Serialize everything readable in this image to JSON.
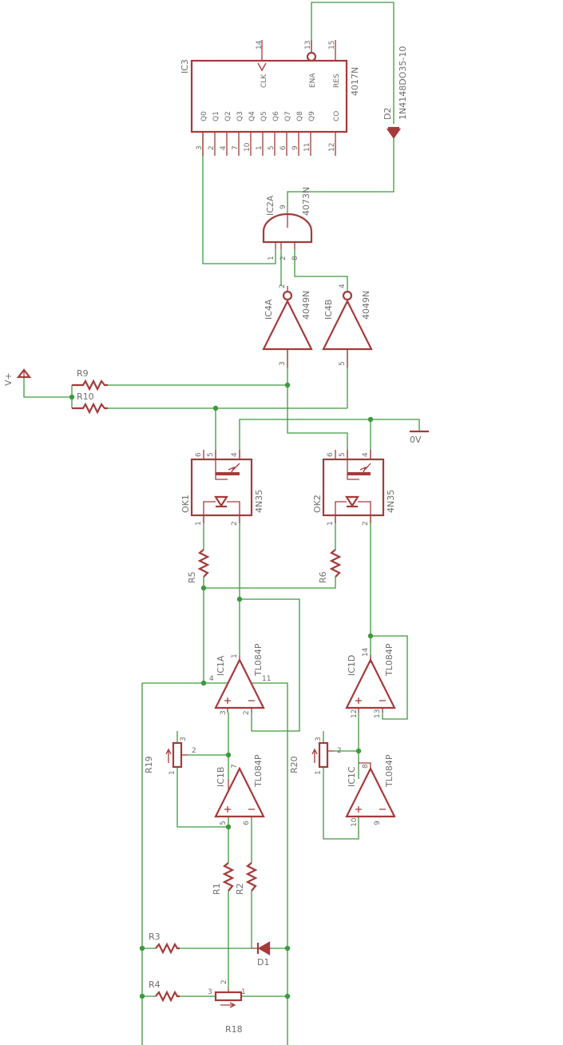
{
  "ic3": {
    "ref": "IC3",
    "part": "4017N",
    "clk": "CLK",
    "ena": "ENA",
    "res": "RES",
    "co": "CO",
    "q": [
      "Q0",
      "Q1",
      "Q2",
      "Q3",
      "Q4",
      "Q5",
      "Q6",
      "Q7",
      "Q8",
      "Q9"
    ],
    "bottom_pins": [
      "3",
      "2",
      "4",
      "7",
      "10",
      "1",
      "5",
      "6",
      "9",
      "11",
      "12"
    ],
    "pin14": "14",
    "pin13": "13",
    "pin15": "15"
  },
  "d2": {
    "ref": "D2",
    "part": "1N4148DO35-10"
  },
  "ic2a": {
    "ref": "IC2A",
    "part": "4073N",
    "pin9": "9",
    "pin1": "1",
    "pin2": "2",
    "pin8": "8"
  },
  "ic4a": {
    "ref": "IC4A",
    "part": "4049N",
    "pin_out": "2",
    "pin_in": "3"
  },
  "ic4b": {
    "ref": "IC4B",
    "part": "4049N",
    "pin_out": "4",
    "pin_in": "5"
  },
  "supply": {
    "vplus": "V+",
    "zero": "0V"
  },
  "r9": "R9",
  "r10": "R10",
  "ok1": {
    "ref": "OK1",
    "part": "4N35",
    "p6": "6",
    "p5": "5",
    "p4": "4",
    "p1": "1",
    "p2": "2"
  },
  "ok2": {
    "ref": "OK2",
    "part": "4N35",
    "p6": "6",
    "p5": "5",
    "p4": "4",
    "p1": "1",
    "p2": "2"
  },
  "r5": "R5",
  "r6": "R6",
  "ic1a": {
    "ref": "IC1A",
    "part": "TL084P",
    "p1": "1",
    "p4": "4",
    "p11": "11",
    "p3": "3",
    "p2": "2"
  },
  "ic1d": {
    "ref": "IC1D",
    "part": "TL084P",
    "p14": "14",
    "p12": "12",
    "p13": "13"
  },
  "ic1b": {
    "ref": "IC1B",
    "part": "TL084P",
    "p7": "7",
    "p5": "5",
    "p6": "6"
  },
  "ic1c": {
    "ref": "IC1C",
    "part": "TL084P",
    "p8": "8",
    "p10": "10",
    "p9": "9"
  },
  "pot_left": {
    "p3": "3",
    "p2": "2",
    "p1": "1"
  },
  "pot_right": {
    "p3": "3",
    "p2": "2",
    "p1": "1"
  },
  "r19": "R19",
  "r20": "R20",
  "r1": "R1",
  "r2": "R2",
  "r3": "R3",
  "r4": "R4",
  "d1": "D1",
  "r18": {
    "ref": "R18",
    "p3": "3",
    "p2": "2",
    "p1": "1"
  }
}
